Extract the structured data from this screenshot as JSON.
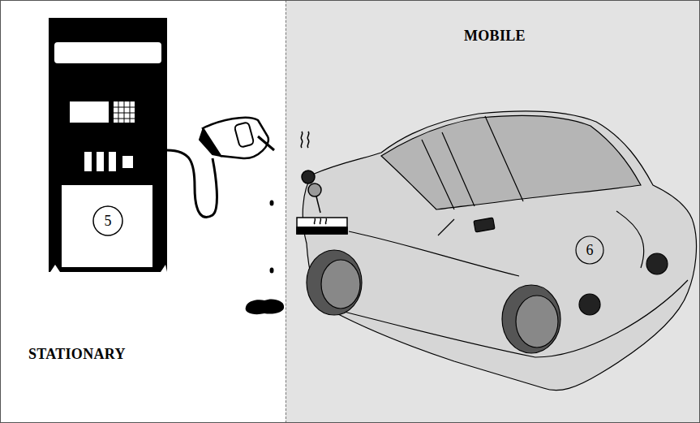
{
  "diagram": {
    "nodes": [
      {
        "text": [
          "STATIONARY"
        ]
      },
      {
        "text": [
          "MOBILE"
        ]
      }
    ],
    "labels": [
      "5",
      "6"
    ]
  }
}
